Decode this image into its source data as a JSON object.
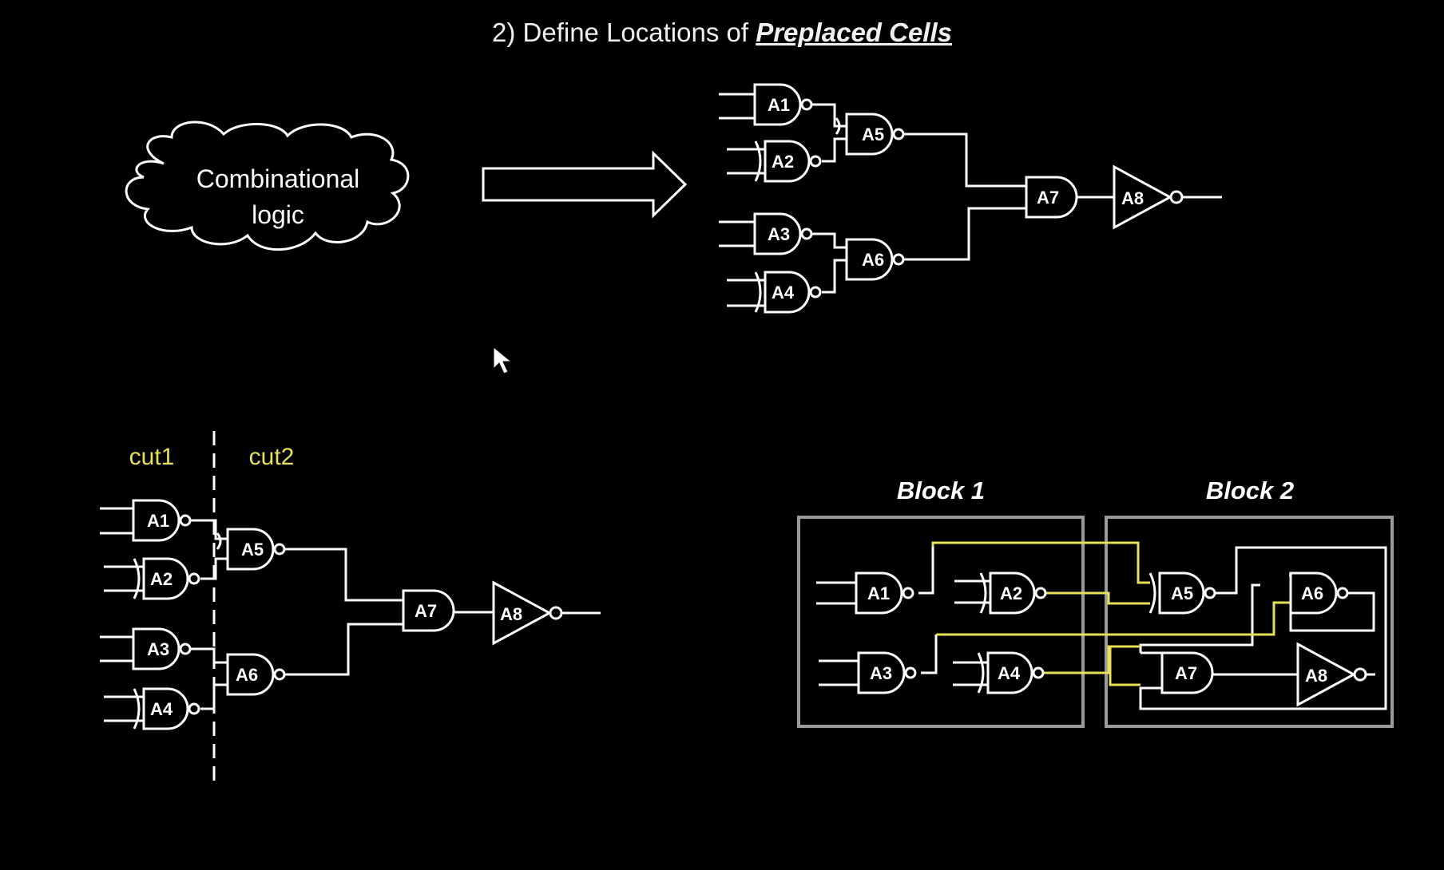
{
  "title": {
    "prefix": "2) Define Locations of ",
    "emphasis": "Preplaced Cells"
  },
  "cloud": {
    "line1": "Combinational",
    "line2": "logic"
  },
  "cuts": {
    "cut1": "cut1",
    "cut2": "cut2"
  },
  "blocks": {
    "block1": "Block 1",
    "block2": "Block 2"
  },
  "gates": {
    "a1": "A1",
    "a2": "A2",
    "a3": "A3",
    "a4": "A4",
    "a5": "A5",
    "a6": "A6",
    "a7": "A7",
    "a8": "A8"
  },
  "colors": {
    "background": "#000000",
    "wire": "#ffffff",
    "cut_and_highlight": "#e6e05a",
    "block_border": "#9a9a9a"
  }
}
